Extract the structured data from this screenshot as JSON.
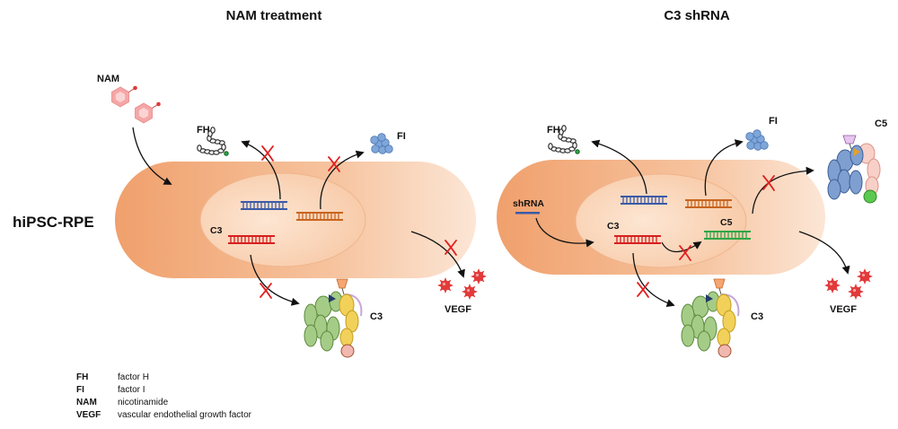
{
  "titles": {
    "left": "NAM treatment",
    "right": "C3 shRNA"
  },
  "cell_label": "hiPSC-RPE",
  "left_panel": {
    "nam": "NAM",
    "fh": "FH",
    "fi": "FI",
    "c3_gene": "C3",
    "c3_protein": "C3",
    "vegf": "VEGF"
  },
  "right_panel": {
    "shrna": "shRNA",
    "fh": "FH",
    "fi": "FI",
    "c5_protein": "C5",
    "c3_gene": "C3",
    "c5_gene": "C5",
    "c3_protein": "C3",
    "vegf": "VEGF"
  },
  "legend": [
    {
      "abbr": "FH",
      "full": "factor H"
    },
    {
      "abbr": "FI",
      "full": "factor I"
    },
    {
      "abbr": "NAM",
      "full": "nicotinamide"
    },
    {
      "abbr": "VEGF",
      "full": "vascular endothelial growth factor"
    }
  ],
  "colors": {
    "cell_outer": "#f2a472",
    "cell_inner": "#f8d2b6",
    "nucleus": "#fbe0cb",
    "dna_blue": "#3b5aa8",
    "dna_orange": "#c8641e",
    "dna_red": "#d71f1f",
    "dna_green": "#2ea646",
    "block_x": "#e0201f",
    "protein_green": "#a5cc87",
    "protein_yellow": "#f2d15a",
    "protein_pink": "#f1b8b0",
    "protein_blue": "#7e9fcf",
    "vegf_red": "#e23a3a",
    "fi_blue": "#7fa6d9",
    "nam_pink": "#f5a6a6"
  }
}
